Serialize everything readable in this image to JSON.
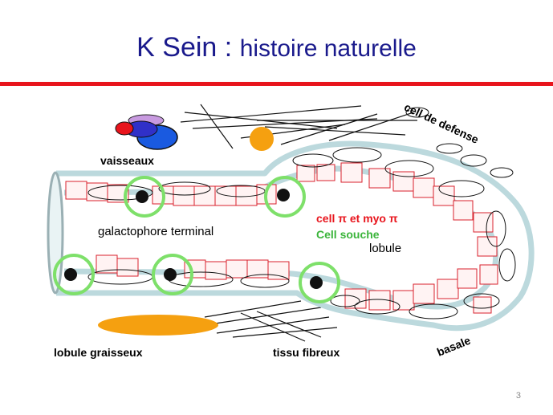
{
  "title": {
    "part1": "K Sein : ",
    "part2": "histoire  naturelle"
  },
  "labels": {
    "vaisseaux": "vaisseaux",
    "galactophore": "galactophore terminal",
    "cell_pi": "cell π et myo π",
    "cell_souche": "Cell souche",
    "lobule": "lobule",
    "lobule_graisseux": "lobule graisseux",
    "tissu_fibreux": "tissu fibreux",
    "basale": "basale",
    "cell_defense": "cell de defense"
  },
  "page_number": "3",
  "colors": {
    "title": "#1a1a8c",
    "rule": "#e8141c",
    "basale_membrane": "#bcd9dd",
    "stem_ring": "#7ee06a",
    "epithelium": "#d8222c",
    "fat": "#f5a010",
    "souche_text": "#3ab43a",
    "cell_pi_text": "#e8141c"
  }
}
